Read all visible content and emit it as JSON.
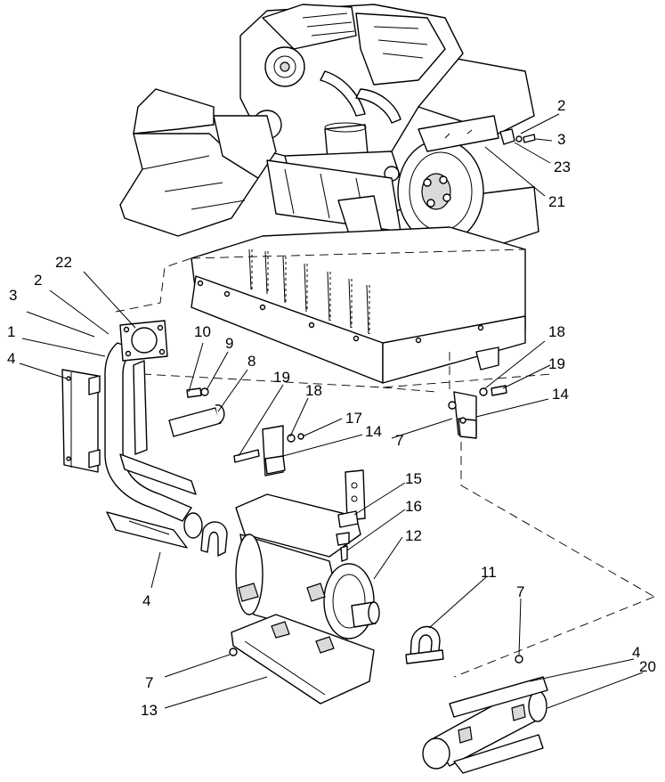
{
  "callouts": {
    "c1": "1",
    "c2a": "2",
    "c2b": "2",
    "c3a": "3",
    "c3b": "3",
    "c4a": "4",
    "c4b": "4",
    "c4c": "4",
    "c7a": "7",
    "c7b": "7",
    "c7c": "7",
    "c8": "8",
    "c9": "9",
    "c10": "10",
    "c11": "11",
    "c12": "12",
    "c13": "13",
    "c14a": "14",
    "c14b": "14",
    "c15": "15",
    "c16": "16",
    "c17": "17",
    "c18a": "18",
    "c18b": "18",
    "c19a": "19",
    "c19b": "19",
    "c20": "20",
    "c21": "21",
    "c22": "22",
    "c23": "23"
  },
  "colors": {
    "line": "#000000",
    "background": "#ffffff",
    "shade": "#d9d9d9"
  }
}
